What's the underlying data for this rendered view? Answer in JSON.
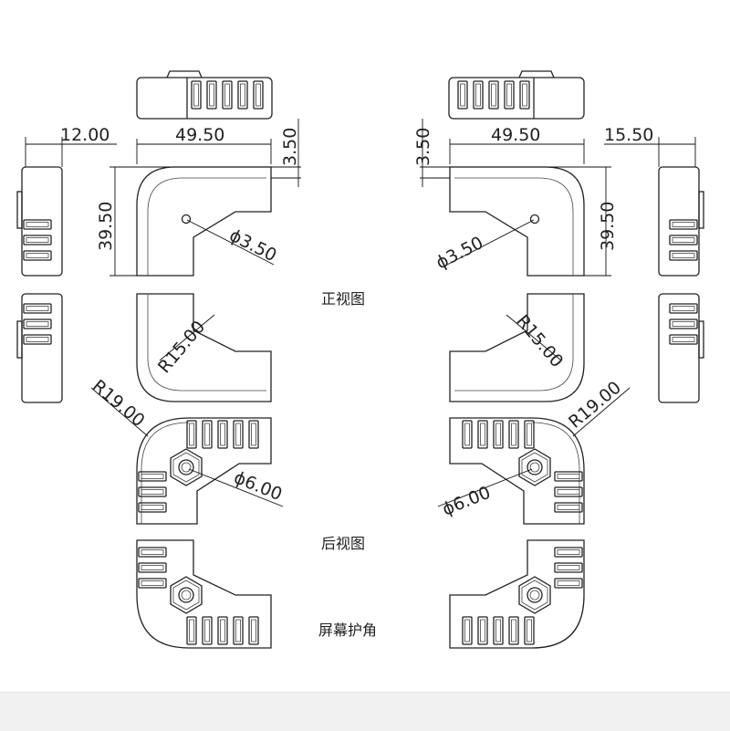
{
  "captions": {
    "front_view": "正视图",
    "back_view": "后视图",
    "product": "屏幕护角"
  },
  "left_dims": {
    "width": "49.50",
    "depth": "12.00",
    "lip": "3.50",
    "height": "39.50",
    "hole": "ϕ3.50",
    "inner_radius": "R15.00",
    "outer_radius": "R19.00",
    "hex_hole": "ϕ6.00"
  },
  "right_dims": {
    "width": "49.50",
    "depth": "15.50",
    "lip": "3.50",
    "height": "39.50",
    "hole": "ϕ3.50",
    "inner_radius": "R15.00",
    "outer_radius": "R19.00",
    "hex_hole": "ϕ6.00"
  }
}
